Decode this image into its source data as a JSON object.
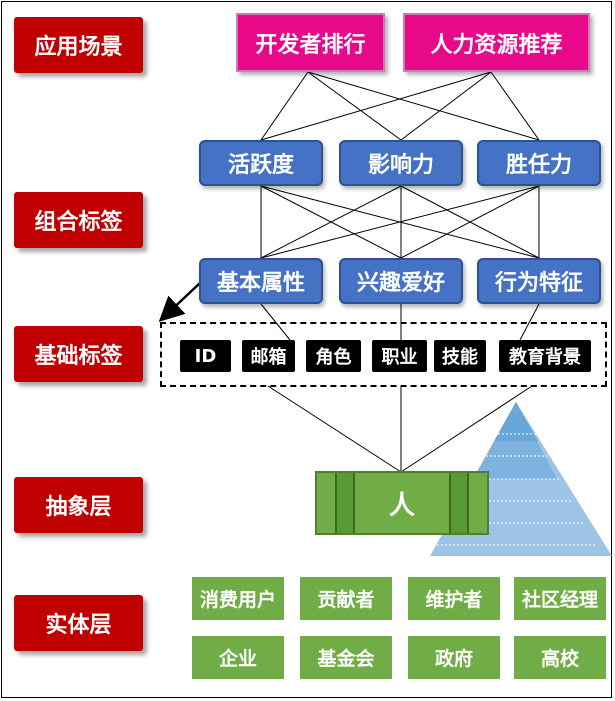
{
  "layers": [
    "应用场景",
    "组合标签",
    "基础标签",
    "抽象层",
    "实体层"
  ],
  "scenes": [
    "开发者排行",
    "人力资源推荐"
  ],
  "composite_tags": [
    "活跃度",
    "影响力",
    "胜任力"
  ],
  "attribute_groups": [
    "基本属性",
    "兴趣爱好",
    "行为特征"
  ],
  "basic_tags": [
    "ID",
    "邮箱",
    "角色",
    "职业",
    "技能",
    "教育背景"
  ],
  "abstract_entity": "人",
  "entities": [
    "消费用户",
    "贡献者",
    "维护者",
    "社区经理",
    "企业",
    "基金会",
    "政府",
    "高校"
  ],
  "colors": {
    "layer": "#c00000",
    "scene": "#e8088a",
    "blue": "#4472c4",
    "green": "#70ad47"
  }
}
